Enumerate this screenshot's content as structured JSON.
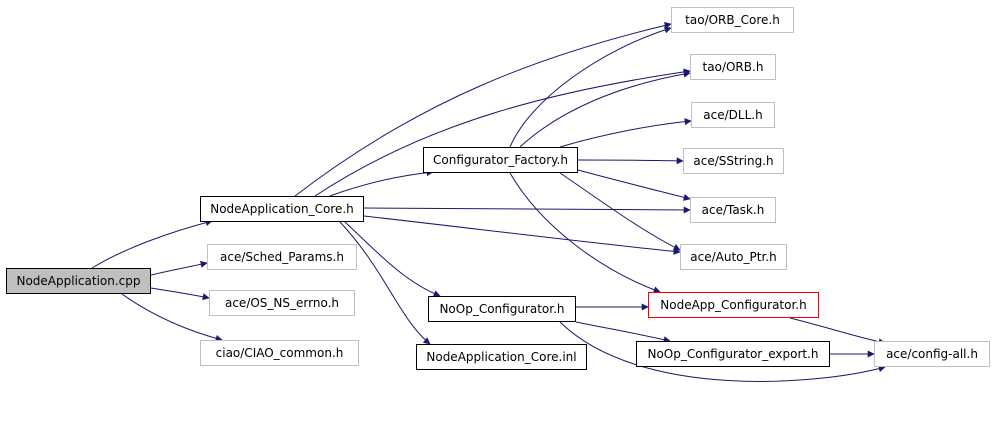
{
  "graph": {
    "nodes": [
      {
        "id": "nodeapplication_cpp",
        "label": "NodeApplication.cpp",
        "style": "root"
      },
      {
        "id": "nodeapplication_core_h",
        "label": "NodeApplication_Core.h",
        "style": "normal"
      },
      {
        "id": "sched_params",
        "label": "ace/Sched_Params.h",
        "style": "ext"
      },
      {
        "id": "os_ns_errno",
        "label": "ace/OS_NS_errno.h",
        "style": "ext"
      },
      {
        "id": "ciao_common",
        "label": "ciao/CIAO_common.h",
        "style": "ext"
      },
      {
        "id": "configurator_factory",
        "label": "Configurator_Factory.h",
        "style": "normal"
      },
      {
        "id": "noop_configurator",
        "label": "NoOp_Configurator.h",
        "style": "normal"
      },
      {
        "id": "nodeapplication_core_inl",
        "label": "NodeApplication_Core.inl",
        "style": "normal"
      },
      {
        "id": "orb_core",
        "label": "tao/ORB_Core.h",
        "style": "ext"
      },
      {
        "id": "orb",
        "label": "tao/ORB.h",
        "style": "ext"
      },
      {
        "id": "dll",
        "label": "ace/DLL.h",
        "style": "ext"
      },
      {
        "id": "sstring",
        "label": "ace/SString.h",
        "style": "ext"
      },
      {
        "id": "task",
        "label": "ace/Task.h",
        "style": "ext"
      },
      {
        "id": "auto_ptr",
        "label": "ace/Auto_Ptr.h",
        "style": "ext"
      },
      {
        "id": "nodeapp_configurator",
        "label": "NodeApp_Configurator.h",
        "style": "highlight"
      },
      {
        "id": "noop_configurator_export",
        "label": "NoOp_Configurator_export.h",
        "style": "normal"
      },
      {
        "id": "config_all",
        "label": "ace/config-all.h",
        "style": "ext"
      }
    ],
    "edges": [
      {
        "from": "nodeapplication_cpp",
        "to": "nodeapplication_core_h"
      },
      {
        "from": "nodeapplication_cpp",
        "to": "sched_params"
      },
      {
        "from": "nodeapplication_cpp",
        "to": "os_ns_errno"
      },
      {
        "from": "nodeapplication_cpp",
        "to": "ciao_common"
      },
      {
        "from": "nodeapplication_core_h",
        "to": "orb_core"
      },
      {
        "from": "nodeapplication_core_h",
        "to": "orb"
      },
      {
        "from": "nodeapplication_core_h",
        "to": "configurator_factory"
      },
      {
        "from": "nodeapplication_core_h",
        "to": "task"
      },
      {
        "from": "nodeapplication_core_h",
        "to": "auto_ptr"
      },
      {
        "from": "nodeapplication_core_h",
        "to": "noop_configurator"
      },
      {
        "from": "nodeapplication_core_h",
        "to": "nodeapplication_core_inl"
      },
      {
        "from": "configurator_factory",
        "to": "orb_core"
      },
      {
        "from": "configurator_factory",
        "to": "orb"
      },
      {
        "from": "configurator_factory",
        "to": "dll"
      },
      {
        "from": "configurator_factory",
        "to": "sstring"
      },
      {
        "from": "configurator_factory",
        "to": "task"
      },
      {
        "from": "configurator_factory",
        "to": "auto_ptr"
      },
      {
        "from": "configurator_factory",
        "to": "nodeapp_configurator"
      },
      {
        "from": "noop_configurator",
        "to": "nodeapp_configurator"
      },
      {
        "from": "noop_configurator",
        "to": "noop_configurator_export"
      },
      {
        "from": "noop_configurator",
        "to": "config_all"
      },
      {
        "from": "nodeapp_configurator",
        "to": "config_all"
      },
      {
        "from": "noop_configurator_export",
        "to": "config_all"
      }
    ]
  },
  "colors": {
    "edge": "#191970",
    "node_border": "#000000",
    "ext_border": "#bfbfbf",
    "root_fill": "#bfbfbf",
    "highlight_border": "#ff0000"
  }
}
